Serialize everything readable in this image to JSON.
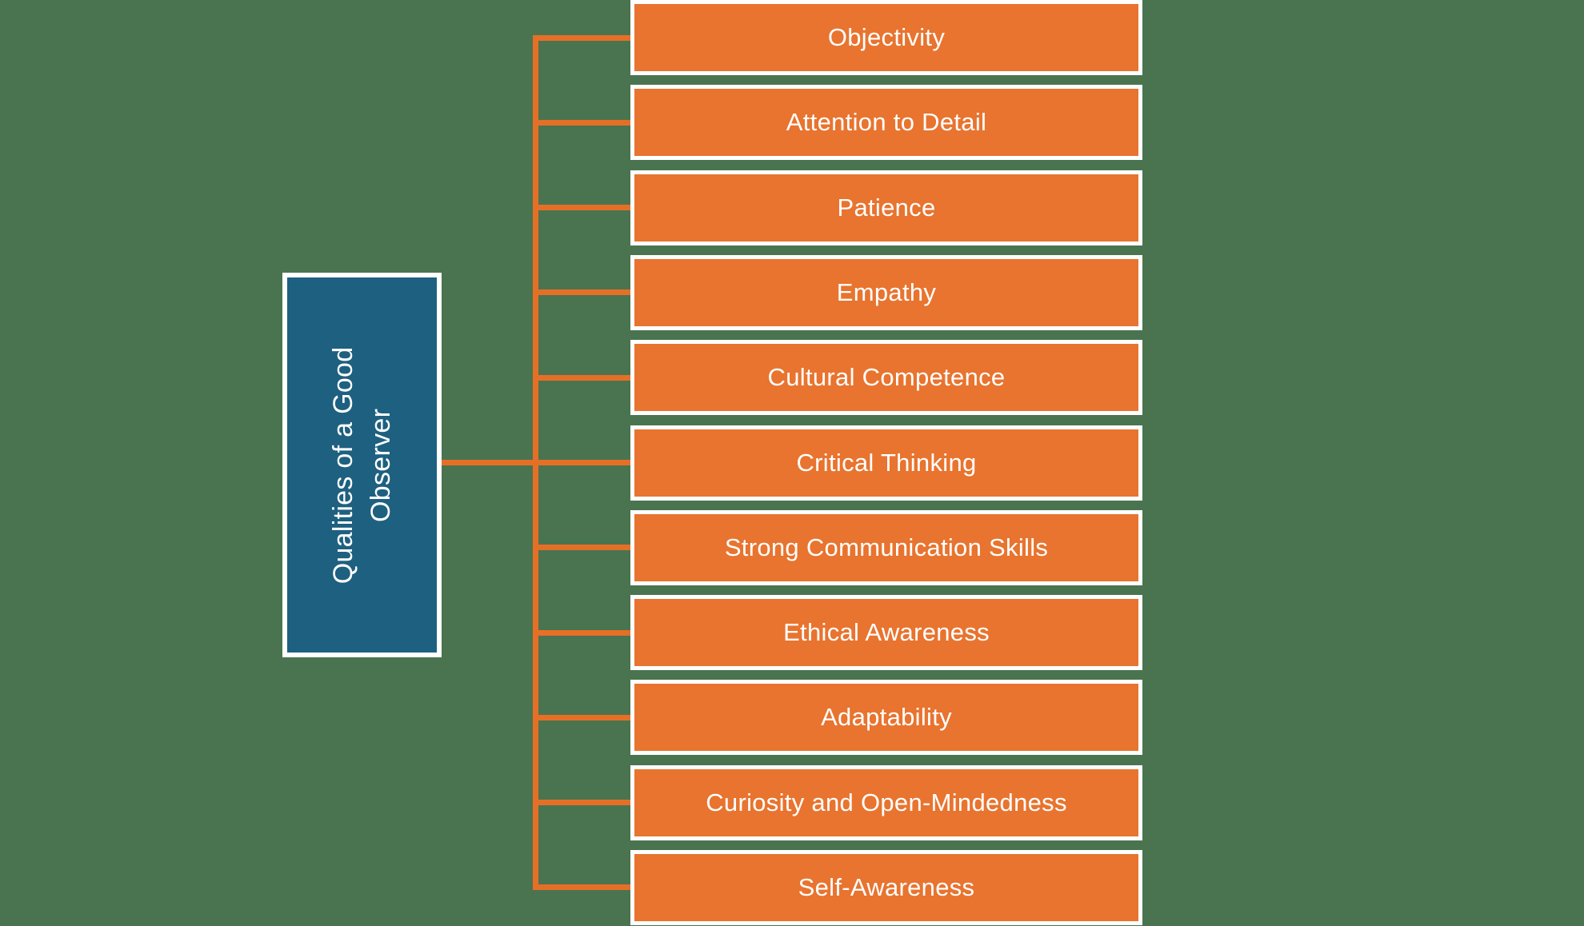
{
  "diagram": {
    "title": {
      "line1": "Qualities of a Good",
      "line2": "Observer",
      "full": "Qualities of a Good Observer"
    },
    "nodes": [
      {
        "label": "Objectivity"
      },
      {
        "label": "Attention to Detail"
      },
      {
        "label": "Patience"
      },
      {
        "label": "Empathy"
      },
      {
        "label": "Cultural Competence"
      },
      {
        "label": "Critical Thinking"
      },
      {
        "label": "Strong Communication Skills"
      },
      {
        "label": "Ethical Awareness"
      },
      {
        "label": "Adaptability"
      },
      {
        "label": "Curiosity and Open-Mindedness"
      },
      {
        "label": "Self-Awareness"
      }
    ],
    "colors": {
      "background": "#4A744F",
      "node_fill": "#E8742F",
      "connector_line": "#E66F27",
      "title_fill": "#1E6080",
      "border": "#FFFFFF",
      "text": "#FFFFFF"
    }
  }
}
